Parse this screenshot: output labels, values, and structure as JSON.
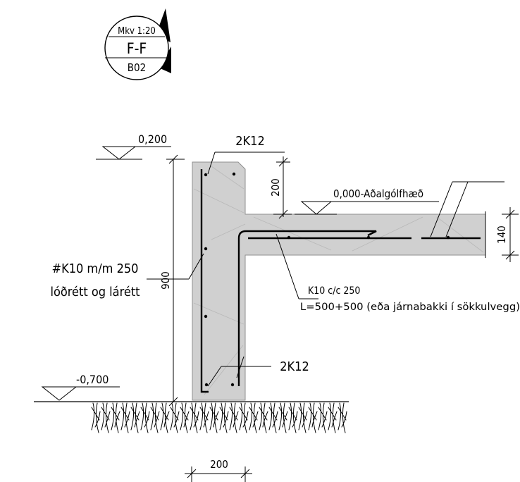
{
  "detail_tag": {
    "scale": "Mkv 1:20",
    "section": "F-F",
    "sheet": "B02"
  },
  "levels": {
    "top_wall": "0,200",
    "floor": "0,000-Aðalgólfhæð",
    "ground": "-0,700"
  },
  "dimensions": {
    "wall_height": "900",
    "slab_step": "200",
    "slab_thickness": "140",
    "wall_width": "200"
  },
  "labels": {
    "top_rebar": "2K12",
    "bottom_rebar": "2K12",
    "mesh_line1": "#K10 m/m 250",
    "mesh_line2": "lóðrétt og lárétt",
    "bent_bar_line1": "K10 c/c 250",
    "bent_bar_line2": "L=500+500 (eða járnabakki í sökkulvegg)"
  },
  "colors": {
    "concrete": "#d0d0d0",
    "ink": "#000000",
    "paper": "#ffffff"
  }
}
